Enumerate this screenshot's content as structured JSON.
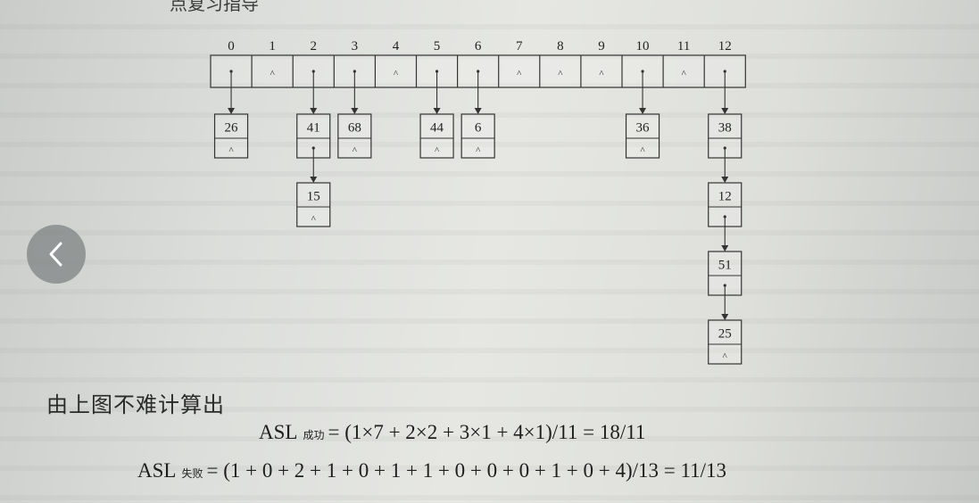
{
  "top_fragment": "点复习指导",
  "hash_table": {
    "indices": [
      "0",
      "1",
      "2",
      "3",
      "4",
      "5",
      "6",
      "7",
      "8",
      "9",
      "10",
      "11",
      "12"
    ],
    "null_symbol": "^",
    "chains": [
      {
        "slot": 0,
        "keys": [
          "26"
        ]
      },
      {
        "slot": 2,
        "keys": [
          "41",
          "15"
        ]
      },
      {
        "slot": 3,
        "keys": [
          "68"
        ]
      },
      {
        "slot": 5,
        "keys": [
          "44"
        ]
      },
      {
        "slot": 6,
        "keys": [
          "6"
        ]
      },
      {
        "slot": 10,
        "keys": [
          "36"
        ]
      },
      {
        "slot": 12,
        "keys": [
          "38",
          "12",
          "51",
          "25"
        ]
      }
    ]
  },
  "caption": "由上图不难计算出",
  "asl_success": {
    "label": "ASL",
    "subscript": "成功",
    "expr": "= (1×7 + 2×2 + 3×1 + 4×1)/11 = 18/11"
  },
  "asl_fail": {
    "label": "ASL",
    "subscript": "失败",
    "expr": "= (1 + 0 + 2 + 1 + 0 + 1 + 1 + 0 + 0 + 0 + 1 + 0 + 4)/13 = 11/13"
  },
  "nav": {
    "back_icon": "chevron-left-icon"
  }
}
